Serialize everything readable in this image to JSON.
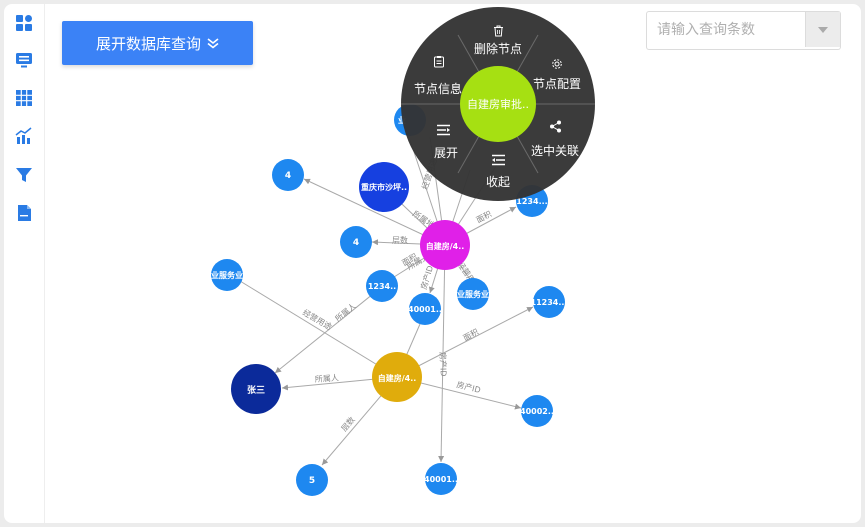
{
  "toolbar": {
    "expand_label": "展开数据库查询"
  },
  "search": {
    "placeholder": "请输入查询条数"
  },
  "sidebar": {
    "icons": [
      "dashboard-icon",
      "monitor-icon",
      "grid-icon",
      "chart-icon",
      "filter-icon",
      "document-icon"
    ]
  },
  "menu": {
    "center": "自建房审批..",
    "delete": "删除节点",
    "config": "节点配置",
    "info": "节点信息",
    "related": "选中关联",
    "expand": "展开",
    "collapse": "收起"
  },
  "graph": {
    "nodes": {
      "hub1": "自建房/4..",
      "hub2": "自建房/4..",
      "n_chongqing": "重庆市沙坪..",
      "n_4a": "4",
      "n_4b": "4",
      "n_ye_left": "业服务业",
      "n_ye_right": "业服务业",
      "n_ye_top": "业",
      "n_1234a": "1234..",
      "n_1234b": "1234...",
      "n_40001a": "40001..",
      "n_11234": "11234...",
      "n_zhangsan": "张三",
      "n_40002": "40002..",
      "n_5": "5",
      "n_40001b": "40001.."
    },
    "edges": {
      "e_suoshudi": "所属地",
      "e_cengshu": "层数",
      "e_mianji1": "面积",
      "e_mianji2": "面积",
      "e_fangchan": "房产ID",
      "e_jingying1": "经营用途",
      "e_suoshuren1": "所属人",
      "e_jingying2": "经营用途",
      "e_suoshuren2": "所属人",
      "e_mianji3": "面积",
      "e_fangchan2": "房产ID",
      "e_cengshu2": "层数",
      "e_fangchan3": "房产ID",
      "e_jingying3": "经营用途",
      "e_mianji4": "面积"
    }
  },
  "colors": {
    "accent": "#3b82f6",
    "node_blue": "#1e88f0",
    "hub_magenta": "#e020e8",
    "hub_gold": "#e0ac0c",
    "node_darkblue": "#1640e0",
    "node_navy": "#0b2a9a",
    "menu_green": "#a6e012",
    "menu_bg": "#333333"
  }
}
